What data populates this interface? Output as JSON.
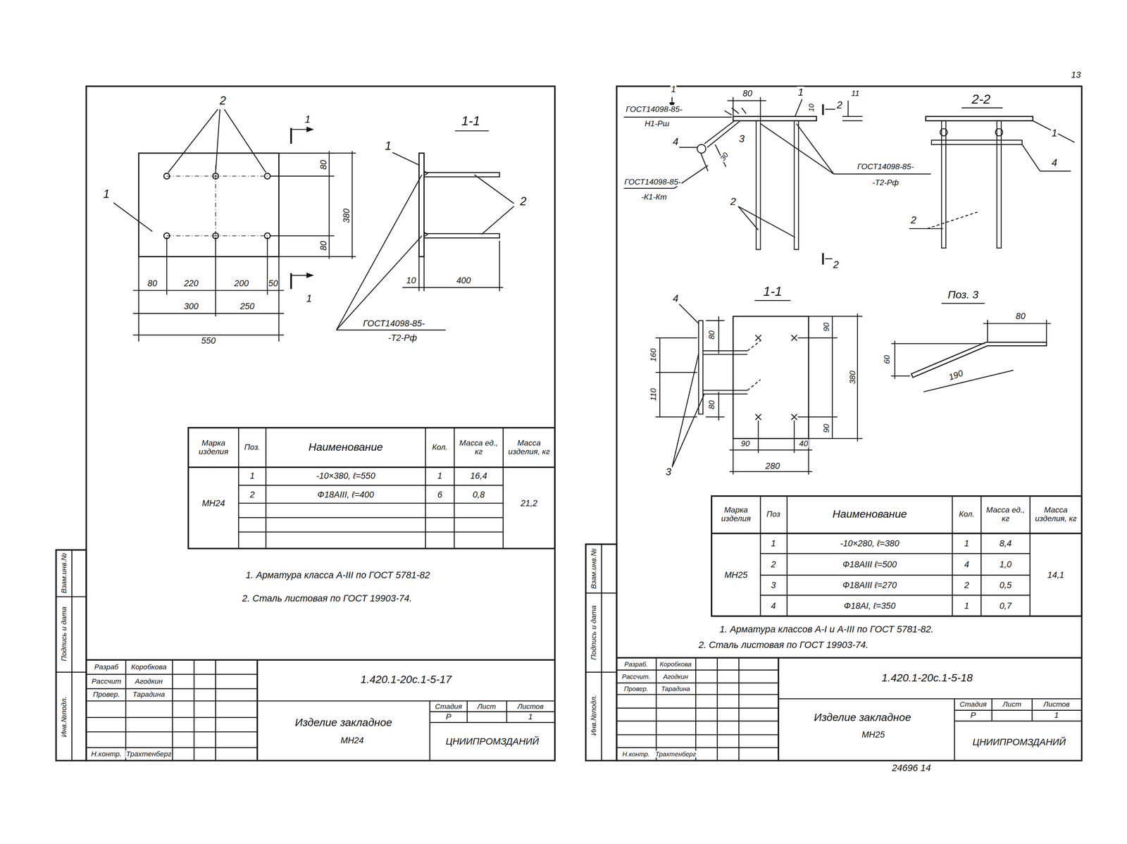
{
  "diagram": {
    "labels": [
      "2",
      "1",
      "1-1",
      "1",
      "1",
      "80",
      "380",
      "80",
      "2",
      "80",
      "220",
      "200",
      "50",
      "1",
      "300",
      "250",
      "550",
      "10",
      "400",
      "ГОСТ14098-85-",
      "-Т2-Рф",
      "Марка изделия",
      "Поз.",
      "Наименование",
      "Кол.",
      "Масса ед., кг",
      "Масса изделия, кг",
      "МН24",
      "1",
      "-10×380, ℓ=550",
      "1",
      "16,4",
      "21,2",
      "2",
      "Ф18АIII, ℓ=400",
      "6",
      "0,8",
      "1. Арматура класса А-III по ГОСТ 5781-82",
      "2. Сталь листовая по ГОСТ 19903-74.",
      "Разраб",
      "Коробкова",
      "Рассчит",
      "Агодкин",
      "Провер.",
      "Тарадина",
      "Н.контр.",
      "Трахтенберг",
      "1.420.1-20с.1-5-17",
      "Изделие закладное",
      "МН24",
      "Стадия",
      "Лист",
      "Листов",
      "Р",
      "1",
      "ЦНИИПРОМЗДАНИЙ",
      "Инв.№подл.",
      "Подпись и дата",
      "Взам.инв.№",
      "13",
      "1",
      "80",
      "1",
      "11",
      "ГОСТ14098-85-",
      "Н1-Рш",
      "10",
      "2",
      "3",
      "4",
      "30",
      "ГОСТ14098-85-",
      "-Т2-Рф",
      "ГОСТ14098-85-",
      "-К1-Кт",
      "2",
      "2",
      "2-2",
      "1",
      "4",
      "2",
      "1-1",
      "4",
      "80",
      "90",
      "380",
      "160",
      "110",
      "80",
      "90",
      "3",
      "90",
      "40",
      "280",
      "Поз. 3",
      "80",
      "60",
      "190",
      "Марка изделия",
      "Поз",
      "Наименование",
      "Кол.",
      "Масса ед., кг",
      "Масса изделия, кг",
      "1",
      "-10×280, ℓ=380",
      "1",
      "8,4",
      "МН25",
      "14,1",
      "2",
      "Ф18АIII ℓ=500",
      "4",
      "1,0",
      "3",
      "Ф18АIII ℓ=270",
      "2",
      "0,5",
      "4",
      "Ф18АI, ℓ=350",
      "1",
      "0,7",
      "1. Арматура классов А-I и А-III по ГОСТ 5781-82.",
      "2. Сталь листовая по ГОСТ 19903-74.",
      "Разраб.",
      "Коробкова",
      "Рассчит.",
      "Агодкин",
      "Провер.",
      "Тарадина",
      "Н.контр.",
      "Трахтенберг",
      "1.420.1-20с.1-5-18",
      "Изделие закладное",
      "МН25",
      "Стадия",
      "Лист",
      "Листов",
      "Р",
      "1",
      "ЦНИИПРОМЗДАНИЙ",
      "Инв.№подл.",
      "Подпись и дата",
      "Взам.инв.№",
      "24696 14"
    ]
  }
}
